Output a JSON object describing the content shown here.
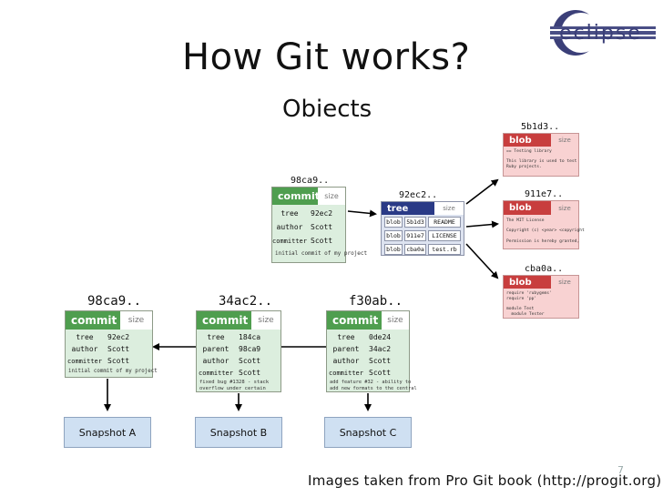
{
  "slide": {
    "title": "How Git works?",
    "subtitle": "Obiects",
    "logo_text": "eclipse",
    "page_number": "7",
    "caption": "Images taken from Pro Git book (http://progit.org)"
  },
  "top_commit": {
    "hash": "98ca9..",
    "header": "commit",
    "size": "size",
    "rows": [
      {
        "key": "tree",
        "value": "92ec2"
      },
      {
        "key": "author",
        "value": "Scott"
      },
      {
        "key": "committer",
        "value": "Scott"
      }
    ],
    "note": "initial commit of my project"
  },
  "top_tree": {
    "hash": "92ec2..",
    "header": "tree",
    "size": "size",
    "rows": [
      {
        "type": "blob",
        "hash": "5b1d3",
        "name": "README"
      },
      {
        "type": "blob",
        "hash": "911e7",
        "name": "LICENSE"
      },
      {
        "type": "blob",
        "hash": "cba0a",
        "name": "test.rb"
      }
    ]
  },
  "blobs": [
    {
      "hash": "5b1d3..",
      "header": "blob",
      "size": "size",
      "content": "== Testing library\n\nThis library is used to test\nRuby projects."
    },
    {
      "hash": "911e7..",
      "header": "blob",
      "size": "size",
      "content": "The MIT License\n\nCopyright (c) <year> <copyright\n\nPermission is hereby granted,"
    },
    {
      "hash": "cba0a..",
      "header": "blob",
      "size": "size",
      "content": "require 'rubygems'\nrequire 'pp'\n\nmodule Test\n  module Tester"
    }
  ],
  "commits": [
    {
      "hash": "98ca9..",
      "header": "commit",
      "size": "size",
      "rows": [
        {
          "key": "tree",
          "value": "92ec2"
        },
        {
          "key": "author",
          "value": "Scott"
        },
        {
          "key": "committer",
          "value": "Scott"
        }
      ],
      "note": "initial commit of my project",
      "snapshot": "Snapshot A"
    },
    {
      "hash": "34ac2..",
      "header": "commit",
      "size": "size",
      "rows": [
        {
          "key": "tree",
          "value": "184ca"
        },
        {
          "key": "parent",
          "value": "98ca9"
        },
        {
          "key": "author",
          "value": "Scott"
        },
        {
          "key": "committer",
          "value": "Scott"
        }
      ],
      "note": "fixed bug #1328 - stack\noverflow under certain",
      "snapshot": "Snapshot B"
    },
    {
      "hash": "f30ab..",
      "header": "commit",
      "size": "size",
      "rows": [
        {
          "key": "tree",
          "value": "0de24"
        },
        {
          "key": "parent",
          "value": "34ac2"
        },
        {
          "key": "author",
          "value": "Scott"
        },
        {
          "key": "committer",
          "value": "Scott"
        }
      ],
      "note": "add feature #32 - ability to\nadd new formats to the central",
      "snapshot": "Snapshot C"
    }
  ]
}
